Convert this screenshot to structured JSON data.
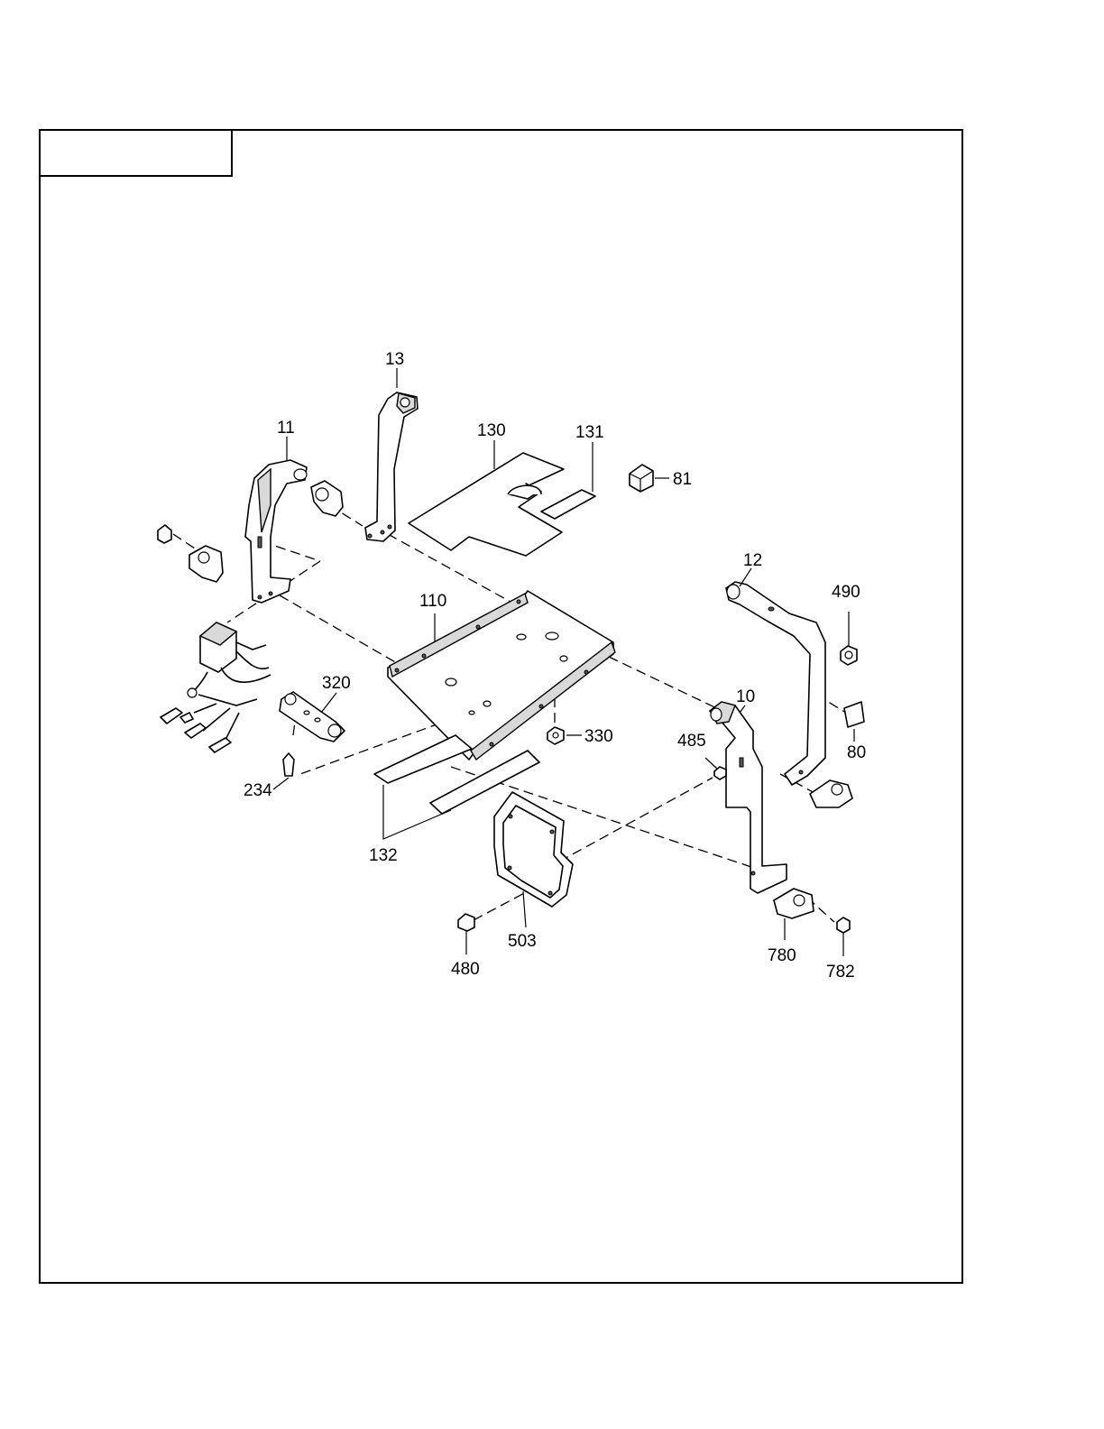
{
  "title_box": "",
  "callouts": {
    "c10": "10",
    "c11": "11",
    "c12": "12",
    "c13": "13",
    "c80": "80",
    "c81": "81",
    "c110": "110",
    "c130": "130",
    "c131": "131",
    "c132": "132",
    "c234": "234",
    "c320": "320",
    "c330": "330",
    "c480": "480",
    "c485": "485",
    "c490": "490",
    "c503": "503",
    "c780": "780",
    "c782": "782"
  }
}
